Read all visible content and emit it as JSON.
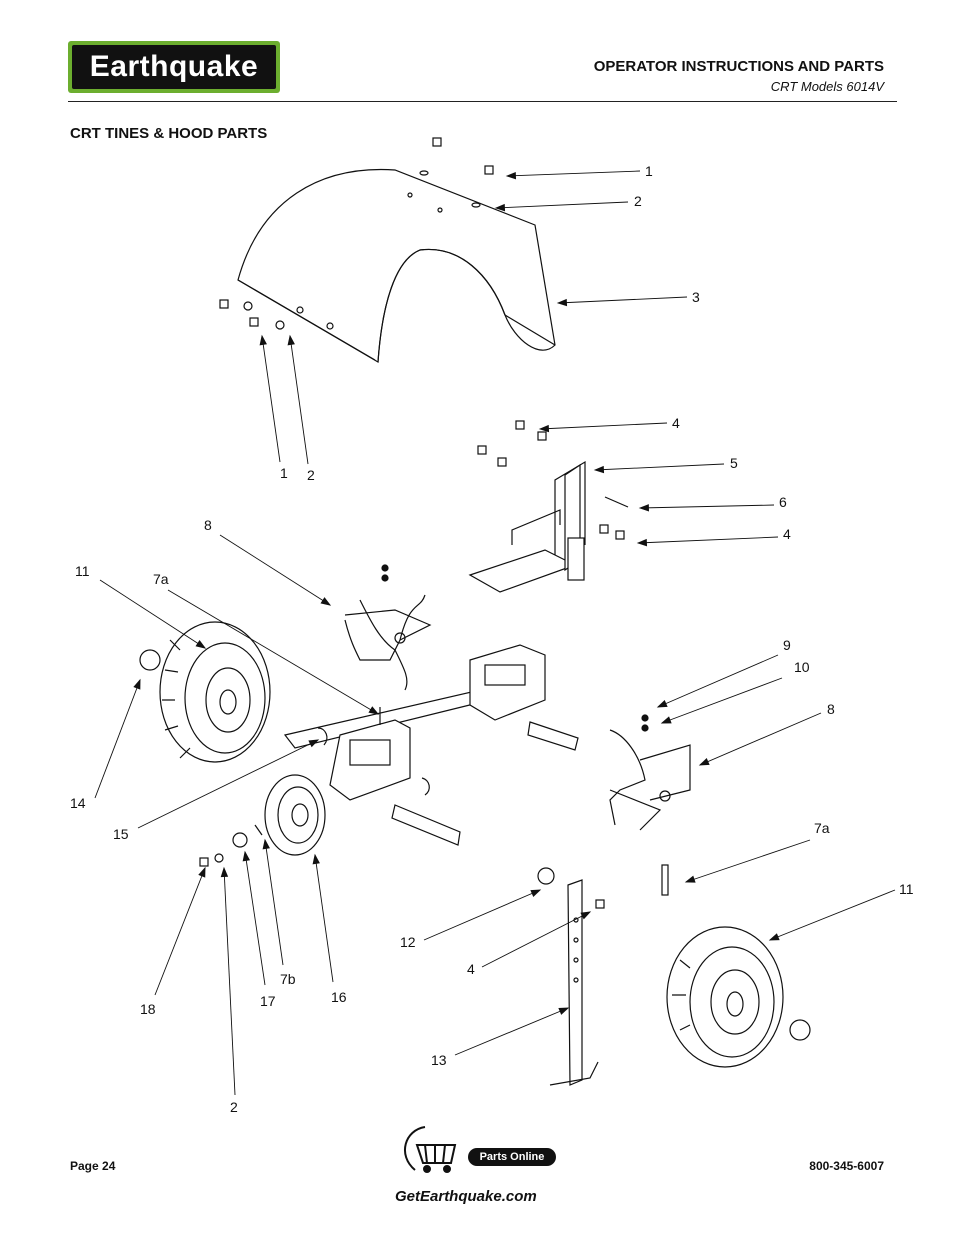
{
  "brand": {
    "logo_text": "Earthquake",
    "logo_color": "#6cae2f"
  },
  "header": {
    "title": "OPERATOR INSTRUCTIONS AND PARTS",
    "subtitle": "CRT Models 6014V"
  },
  "section": {
    "title": "CRT TINES & HOOD PARTS"
  },
  "callouts": [
    "1",
    "2",
    "3",
    "1",
    "2",
    "4",
    "5",
    "6",
    "4",
    "8",
    "11",
    "7a",
    "9",
    "10",
    "8",
    "14",
    "15",
    "7a",
    "11",
    "12",
    "4",
    "18",
    "17",
    "7b",
    "16",
    "13",
    "2"
  ],
  "footer": {
    "page": "Page 24",
    "phone": "800-345-6007",
    "parts_online": "Parts Online",
    "website": "GetEarthquake.com"
  }
}
